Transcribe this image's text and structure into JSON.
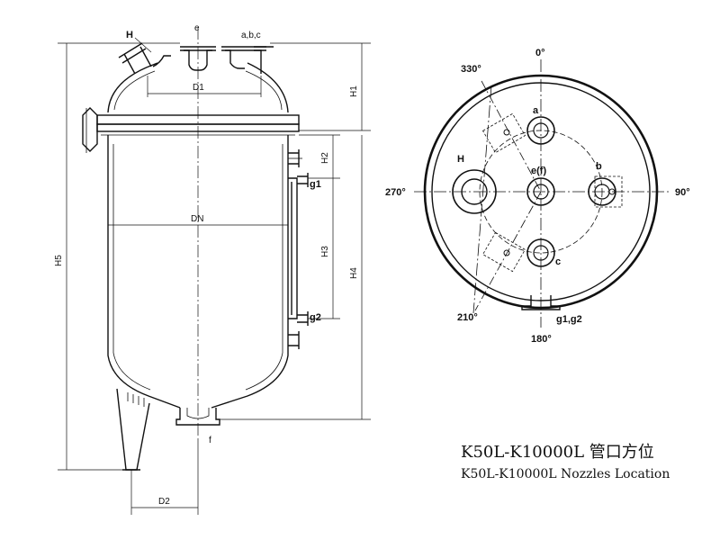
{
  "title": {
    "cn": "K50L-K10000L 管口方位",
    "en": "K50L-K10000L Nozzles Location"
  },
  "side_view": {
    "labels": {
      "H": "H",
      "e": "e",
      "abc": "a,b,c",
      "D1": "D1",
      "H1": "H1",
      "H2": "H2",
      "g1": "g1",
      "DN": "DN",
      "H3": "H3",
      "H4": "H4",
      "H5": "H5",
      "g2": "g2",
      "f": "f",
      "D2": "D2"
    }
  },
  "top_view": {
    "angles": {
      "a0": "0°",
      "a330": "330°",
      "a270": "270°",
      "a90": "90°",
      "a210": "210°",
      "a180": "180°"
    },
    "nozzles": {
      "a": "a",
      "b": "b",
      "c": "c",
      "ef": "e(f)",
      "H": "H",
      "g1g2": "g1,g2"
    }
  }
}
